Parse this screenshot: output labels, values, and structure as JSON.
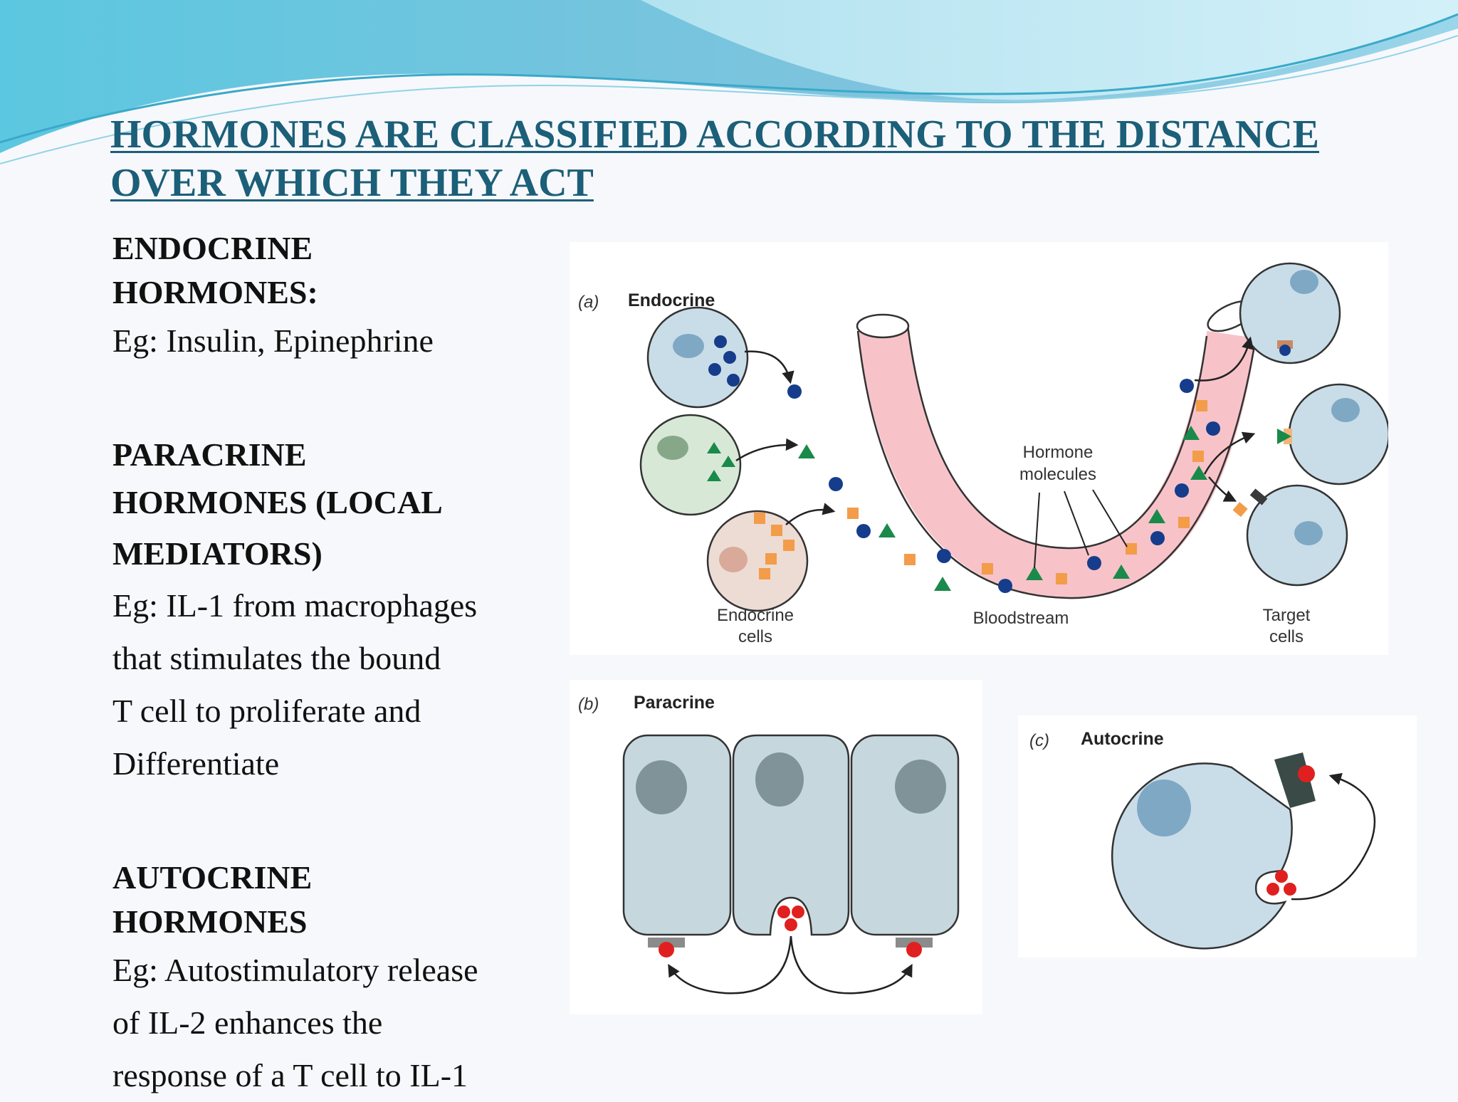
{
  "title": "HORMONES ARE CLASSIFIED ACCORDING TO THE DISTANCE OVER WHICH THEY ACT",
  "sections": {
    "endocrine": {
      "heading_line1": "ENDOCRINE",
      "heading_line2": "HORMONES:",
      "example": "Eg: Insulin, Epinephrine"
    },
    "paracrine": {
      "heading_line1": "PARACRINE",
      "heading_line2": "HORMONES (LOCAL",
      "heading_line3": "MEDIATORS)",
      "example_lines": [
        "Eg: IL-1 from macrophages",
        "that stimulates the bound",
        "T cell to proliferate and",
        "Differentiate"
      ]
    },
    "autocrine": {
      "heading_line1": "AUTOCRINE",
      "heading_line2": "HORMONES",
      "example_lines": [
        "Eg: Autostimulatory release",
        "of IL-2 enhances the",
        "response of a T cell to IL-1"
      ]
    }
  },
  "diagram": {
    "panel_a": {
      "letter": "(a)",
      "title": "Endocrine",
      "label_hormone_1": "Hormone",
      "label_hormone_2": "molecules",
      "label_endocrine_1": "Endocrine",
      "label_endocrine_2": "cells",
      "label_bloodstream": "Bloodstream",
      "label_target_1": "Target",
      "label_target_2": "cells"
    },
    "panel_b": {
      "letter": "(b)",
      "title": "Paracrine"
    },
    "panel_c": {
      "letter": "(c)",
      "title": "Autocrine"
    }
  },
  "colors": {
    "title": "#1b5f78",
    "cell_fill": "#c9dde8",
    "nucleus": "#7fa8c4",
    "bloodstream": "#f7c3c9",
    "hormone_blue": "#163c8c",
    "hormone_green": "#1a8a4a",
    "hormone_orange": "#f39c4a",
    "hormone_red": "#e02020"
  }
}
